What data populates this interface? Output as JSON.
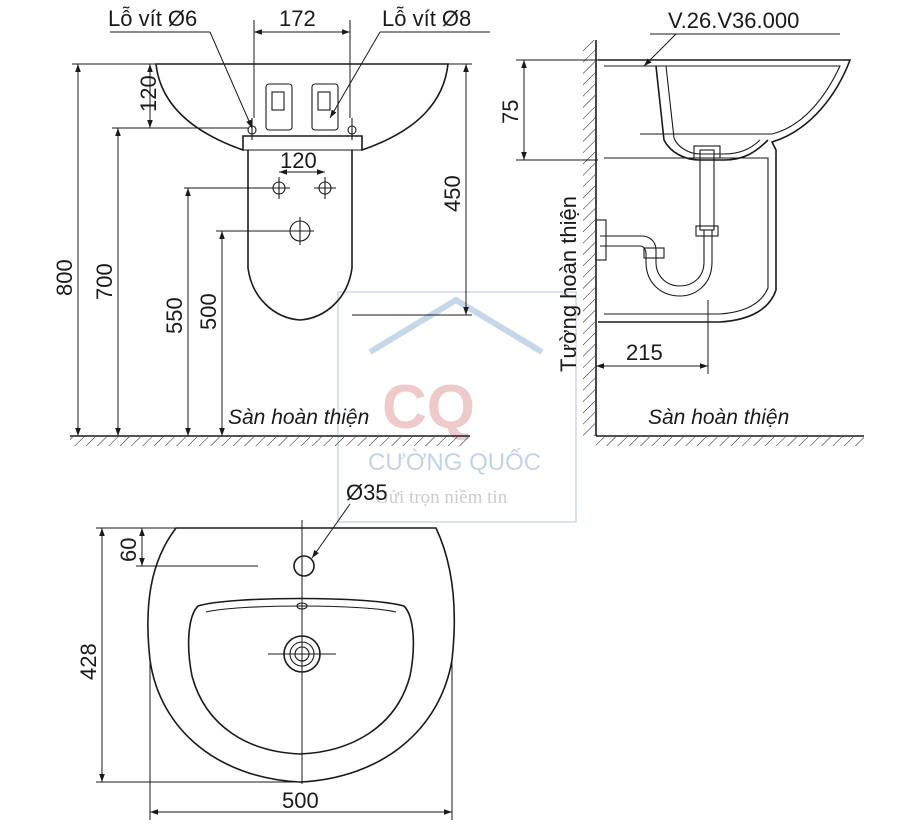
{
  "labels": {
    "screw_hole_6": "Lỗ vít Ø6",
    "screw_hole_8": "Lỗ vít Ø8",
    "model_code": "V.26.V36.000",
    "finished_floor_left": "Sàn hoàn thiện",
    "finished_floor_right": "Sàn hoàn thiện",
    "finished_wall": "Tường hoàn thiện",
    "tap_hole": "Ø35"
  },
  "dimensions": {
    "top_spacing": "172",
    "bracket_height": "120",
    "hole_spacing": "120",
    "pedestal_height": "450",
    "total_height": "800",
    "rim_height": "700",
    "upper_hole_height": "550",
    "lower_hole_height": "500",
    "bowl_depth": "75",
    "drain_offset": "215",
    "tap_offset": "60",
    "basin_depth": "428",
    "basin_width": "500"
  },
  "watermark": {
    "brand": "CƯỜNG QUỐC",
    "slogan": "Gửi trọn niềm tin",
    "logo": "CQ",
    "color": "#8fb0d6"
  }
}
